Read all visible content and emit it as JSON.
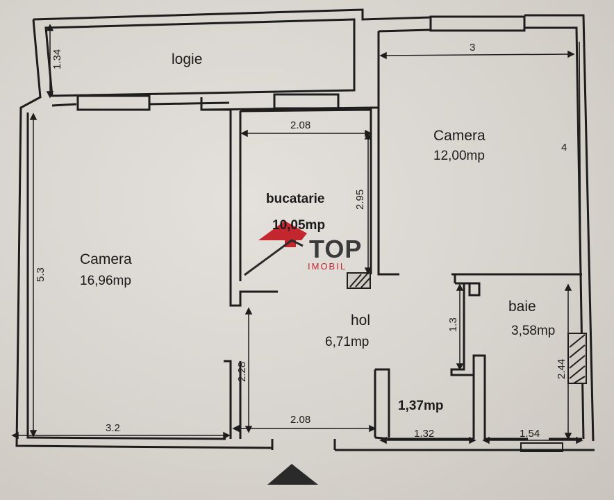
{
  "rooms": {
    "logie": {
      "name": "logie"
    },
    "camera_left": {
      "name": "Camera",
      "area": "16,96mp"
    },
    "camera_right": {
      "name": "Camera",
      "area": "12,00mp"
    },
    "bucatarie": {
      "name": "bucatarie",
      "area": "10,05mp"
    },
    "hol": {
      "name": "hol",
      "area": "6,71mp"
    },
    "baie": {
      "name": "baie",
      "area": "3,58mp"
    },
    "closet": {
      "area": "1,37mp"
    }
  },
  "dimensions": {
    "logie_depth": "1.34",
    "camera_right_width": "3",
    "camera_right_side": "4",
    "kitchen_width": "2.08",
    "kitchen_depth": "2.95",
    "camera_left_depth": "5.3",
    "camera_left_width": "3.2",
    "hol_partition": "2.28",
    "hol_width": "2.08",
    "closet_width": "1.32",
    "baie_width": "1.54",
    "baie_depth": "2.44",
    "baie_upper": "1.3"
  },
  "logo": {
    "brand": "TOP",
    "sub": "IMOBIL"
  },
  "colors": {
    "wall": "#1d1d1d",
    "paper": "#e0ddd8",
    "logo_red": "#c4262e",
    "logo_dark": "#2a2a2a"
  }
}
